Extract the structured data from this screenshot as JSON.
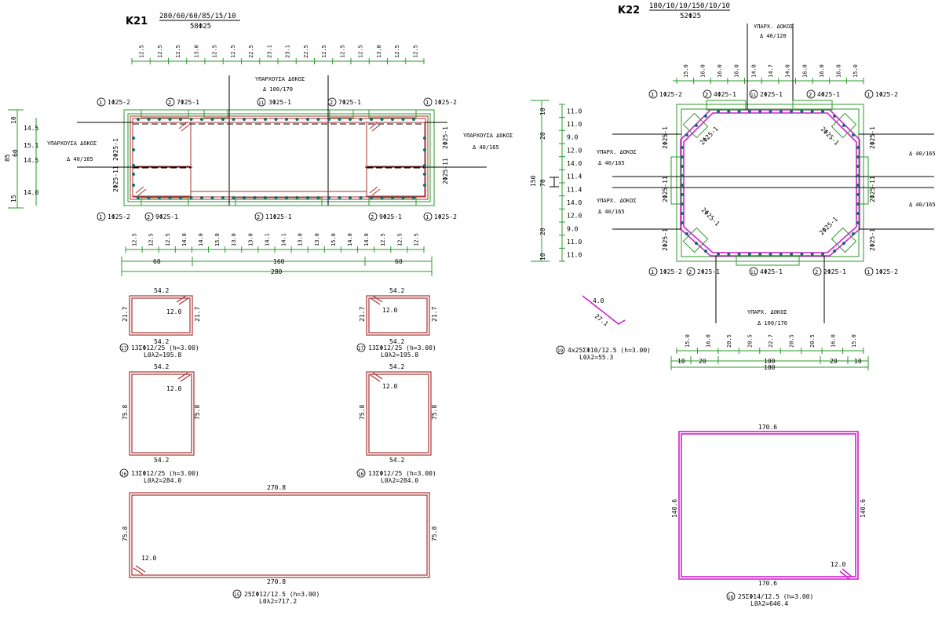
{
  "k21": {
    "title": "K21",
    "spec": "280/60/60/85/15/10",
    "bars": "58Φ25",
    "top_dims": [
      "12.5",
      "12.5",
      "12.5",
      "13.0",
      "12.5",
      "12.5",
      "22.5",
      "23.1",
      "23.1",
      "22.5",
      "12.5",
      "12.5",
      "12.5",
      "13.0",
      "12.5",
      "12.5"
    ],
    "bottom_dims": [
      "12.5",
      "12.5",
      "12.5",
      "14.0",
      "14.0",
      "15.0",
      "13.0",
      "13.0",
      "14.1",
      "14.1",
      "13.0",
      "13.0",
      "15.0",
      "14.0",
      "14.0",
      "12.5",
      "12.5",
      "12.5"
    ],
    "overall_parts": [
      "60",
      "160",
      "60"
    ],
    "overall_total": "280",
    "left_dims": [
      "10",
      "14.5",
      "15.1",
      "14.5",
      "14.0",
      "15"
    ],
    "left_group": [
      "85",
      "60"
    ],
    "beam_top_label": "ΥΠΑΡΧΟΥΣΑ ΔΟΚΟΣ",
    "beam_top_size": "Δ  100/170",
    "beam_left_label": "ΥΠΑΡΧΟΥΣΑ ΔΟΚΟΣ",
    "beam_left_size": "Δ  40/165",
    "beam_right_label": "ΥΠΑΡΧΟΥΣΑ ΔΟΚΟΣ",
    "beam_right_size": "Δ  40/165",
    "rebar_top": [
      {
        "mark": "1",
        "text": "1Φ25-2"
      },
      {
        "mark": "2",
        "text": "7Φ25-1"
      },
      {
        "mark": "11",
        "text": "3Φ25-1"
      },
      {
        "mark": "2",
        "text": "7Φ25-1"
      },
      {
        "mark": "1",
        "text": "1Φ25-2"
      }
    ],
    "rebar_bottom": [
      {
        "mark": "1",
        "text": "1Φ25-2"
      },
      {
        "mark": "2",
        "text": "9Φ25-1"
      },
      {
        "mark": "2",
        "text": "11Φ25-1"
      },
      {
        "mark": "2",
        "text": "9Φ25-1"
      },
      {
        "mark": "1",
        "text": "1Φ25-2"
      }
    ],
    "rebar_side": [
      "2Φ25-1",
      "2Φ25-11",
      "2Φ25-1",
      "2Φ25-11"
    ],
    "stirrup_small": {
      "w": "54.2",
      "h": "21.7",
      "hook": "12.0",
      "mark": "17",
      "spec": "13ΣΦ12/25 (h=3.00)",
      "len": "L0λ2=195.8"
    },
    "stirrup_mid": {
      "w": "54.2",
      "h": "75.8",
      "hook": "12.0",
      "mark": "16",
      "spec": "13ΣΦ12/25 (h=3.00)",
      "len": "L0λ2=284.0"
    },
    "stirrup_big": {
      "w": "270.8",
      "h": "75.8",
      "hook": "12.0",
      "mark": "15",
      "spec": "25ΣΦ12/12.5 (h=3.00)",
      "len": "L0λ2=717.2"
    }
  },
  "k22": {
    "title": "K22",
    "spec": "180/10/10/150/10/10",
    "bars": "52Φ25",
    "top_dims": [
      "15.0",
      "16.0",
      "16.0",
      "16.0",
      "14.0",
      "14.7",
      "14.0",
      "16.0",
      "16.0",
      "16.0",
      "15.0"
    ],
    "bottom_dims": [
      "15.0",
      "16.0",
      "20.5",
      "20.5",
      "22.7",
      "20.5",
      "20.5",
      "16.0",
      "15.0"
    ],
    "bottom_parts": [
      "10",
      "20",
      "100",
      "20",
      "10"
    ],
    "bottom_total": "180",
    "left_dims": [
      "11.0",
      "11.0",
      "9.0",
      "12.0",
      "14.0",
      "11.4",
      "11.4",
      "14.0",
      "12.0",
      "9.0",
      "11.0",
      "11.0"
    ],
    "left_group": [
      "10",
      "20",
      "70",
      "20",
      "10",
      "150"
    ],
    "beam_top_label": "ΥΠΑΡΧ. ΔΟΚΟΣ",
    "beam_top_size": "Δ  40/120",
    "beam_left1_label": "ΥΠΑΡΧ. ΔΟΚΟΣ",
    "beam_left1_size": "Δ 40/165",
    "beam_left2_label": "ΥΠΑΡΧ. ΔΟΚΟΣ",
    "beam_left2_size": "Δ 40/165",
    "beam_right1_size": "Δ 40/165",
    "beam_right2_size": "Δ 40/165",
    "beam_bottom_label": "ΥΠΑΡΧ.  ΔΟΚΟΣ",
    "beam_bottom_size": "Δ  100/170",
    "rebar_top": [
      {
        "mark": "1",
        "text": "1Φ25-2"
      },
      {
        "mark": "2",
        "text": "4Φ25-1"
      },
      {
        "mark": "11",
        "text": "2Φ25-1"
      },
      {
        "mark": "2",
        "text": "4Φ25-1"
      },
      {
        "mark": "1",
        "text": "1Φ25-2"
      }
    ],
    "rebar_bottom": [
      {
        "mark": "1",
        "text": "1Φ25-2"
      },
      {
        "mark": "2",
        "text": "2Φ25-1"
      },
      {
        "mark": "11",
        "text": "4Φ25-1"
      },
      {
        "mark": "2",
        "text": "2Φ25-1"
      },
      {
        "mark": "1",
        "text": "1Φ25-2"
      }
    ],
    "rebar_side": [
      "2Φ25-1",
      "2Φ25-11",
      "2Φ25-1"
    ],
    "rebar_diag": [
      "2Φ25-1",
      "2Φ25-1",
      "2Φ25-1",
      "2Φ25-1"
    ],
    "hook_bar": {
      "a": "4.0",
      "b": "27.1",
      "mark": "19",
      "spec": "4x25ΣΦ10/12.5 (h=3.00)",
      "len": "L0λ2=55.3"
    },
    "stirrup": {
      "w": "170.6",
      "h": "140.6",
      "hook": "12.0",
      "mark": "18",
      "spec": "25ΣΦ14/12.5 (h=3.00)",
      "len": "L0λ2=646.4"
    }
  },
  "colors": {
    "dims": "#2a9a2a",
    "rebar": "#a83232",
    "stirrup_k22": "#d21fd2",
    "bars": "#0e6e6e",
    "ink": "#000000"
  }
}
